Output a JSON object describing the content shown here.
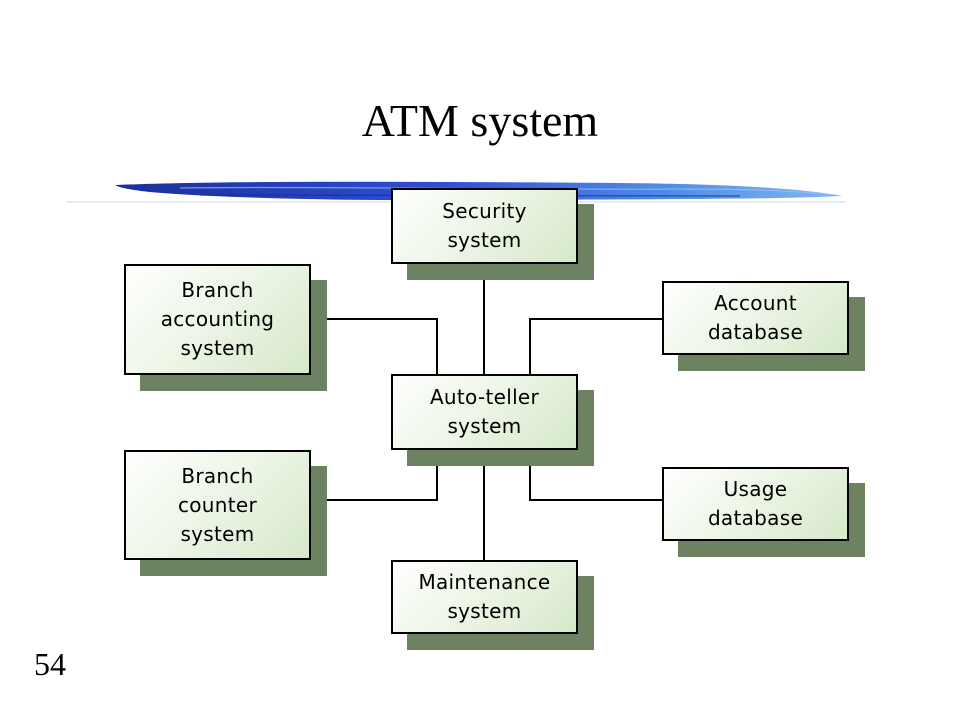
{
  "slide": {
    "title": "ATM system",
    "number": "54"
  },
  "nodes": {
    "security": "Security\nsystem",
    "branch_accounting": "Branch\naccounting\nsystem",
    "account_db": "Account\ndatabase",
    "auto_teller": "Auto-teller\nsystem",
    "branch_counter": "Branch\ncounter\nsystem",
    "usage_db": "Usage\ndatabase",
    "maintenance": "Maintenance\nsystem"
  },
  "colors": {
    "box_shadow": "#6d8260",
    "box_fill": "#e4f0dc",
    "brush_stroke": "#2a46c8"
  }
}
